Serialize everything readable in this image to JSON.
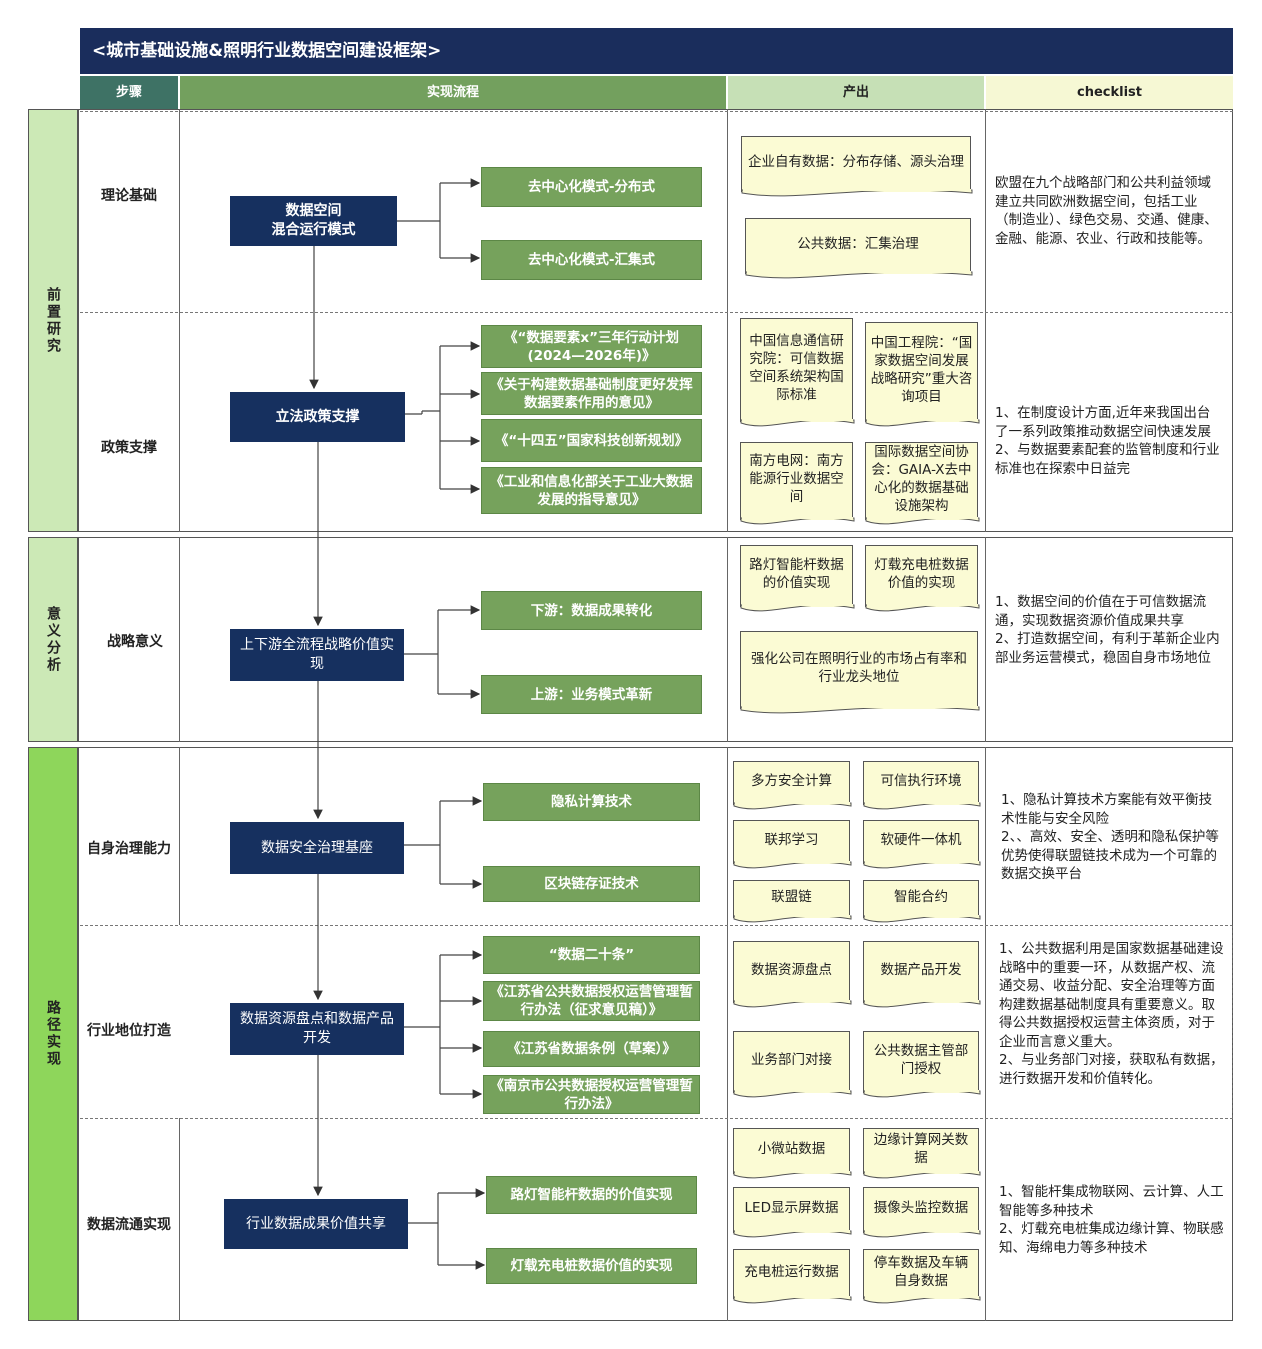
{
  "title": "<城市基础设施&照明行业数据空间建设框架>",
  "headers": {
    "step": "步骤",
    "flow": "实现流程",
    "output": "产出",
    "checklist": "checklist"
  },
  "stages": [
    "前置研究",
    "意义分析",
    "路径实现"
  ],
  "steps": [
    {
      "label": "理论基础",
      "center": "数据空间\n混合运行模式",
      "branches": [
        "去中心化模式-分布式",
        "去中心化模式-汇集式"
      ],
      "outputs": [
        "企业自有数据：分布存储、源头治理",
        "公共数据：汇集治理"
      ],
      "checklist": "欧盟在九个战略部门和公共利益领域建立共同欧洲数据空间，包括工业（制造业）、绿色交易、交通、健康、金融、能源、农业、行政和技能等。"
    },
    {
      "label": "政策支撑",
      "center": "立法政策支撑",
      "branches": [
        "《“数据要素x”三年行动计划(2024—2026年)》",
        "《关于构建数据基础制度更好发挥数据要素作用的意见》",
        "《“十四五”国家科技创新规划》",
        "《工业和信息化部关于工业大数据发展的指导意见》"
      ],
      "outputs": [
        "中国信息通信研究院：可信数据空间系统架构国际标准",
        "中国工程院：“国家数据空间发展战略研究”重大咨询项目",
        "南方电网：南方能源行业数据空间",
        "国际数据空间协会：GAIA-X去中心化的数据基础设施架构"
      ],
      "checklist": "1、在制度设计方面,近年来我国出台了一系列政策推动数据空间快速发展\n2、与数据要素配套的监管制度和行业标准也在探索中日益完"
    },
    {
      "label": "战略意义",
      "center": "上下游全流程战略价值实现",
      "branches": [
        "下游：数据成果转化",
        "上游：业务模式革新"
      ],
      "outputs": [
        "路灯智能杆数据的价值实现",
        "灯载充电桩数据价值的实现",
        "强化公司在照明行业的市场占有率和行业龙头地位"
      ],
      "checklist": "1、数据空间的价值在于可信数据流通，实现数据资源价值成果共享\n2、打造数据空间，有利于革新企业内部业务运营模式，稳固自身市场地位"
    },
    {
      "label": "自身治理能力",
      "center": "数据安全治理基座",
      "branches": [
        "隐私计算技术",
        "区块链存证技术"
      ],
      "outputs": [
        "多方安全计算",
        "可信执行环境",
        "联邦学习",
        "软硬件一体机",
        "联盟链",
        "智能合约"
      ],
      "checklist": "1、隐私计算技术方案能有效平衡技术性能与安全风险\n2、、高效、安全、透明和隐私保护等优势使得联盟链技术成为一个可靠的数据交换平台"
    },
    {
      "label": "行业地位打造",
      "center": "数据资源盘点和数据产品开发",
      "branches": [
        "“数据二十条”",
        "《江苏省公共数据授权运营管理暂行办法（征求意见稿）》",
        "《江苏省数据条例（草案）》",
        "《南京市公共数据授权运营管理暂行办法》"
      ],
      "outputs": [
        "数据资源盘点",
        "数据产品开发",
        "业务部门对接",
        "公共数据主管部门授权"
      ],
      "checklist": "1、公共数据利用是国家数据基础建设战略中的重要一环，从数据产权、流通交易、收益分配、安全治理等方面构建数据基础制度具有重要意义。取得公共数据授权运营主体资质，对于企业而言意义重大。\n2、与业务部门对接，获取私有数据，进行数据开发和价值转化。"
    },
    {
      "label": "数据流通实现",
      "center": "行业数据成果价值共享",
      "branches": [
        "路灯智能杆数据的价值实现",
        "灯载充电桩数据价值的实现"
      ],
      "outputs": [
        "小微站数据",
        "边缘计算网关数据",
        "LED显示屏数据",
        "摄像头监控数据",
        "充电桩运行数据",
        "停车数据及车辆自身数据"
      ],
      "checklist": "1、智能杆集成物联网、云计算、人工智能等多种技术\n2、灯载充电桩集成边缘计算、物联感知、海绵电力等多种技术"
    }
  ]
}
